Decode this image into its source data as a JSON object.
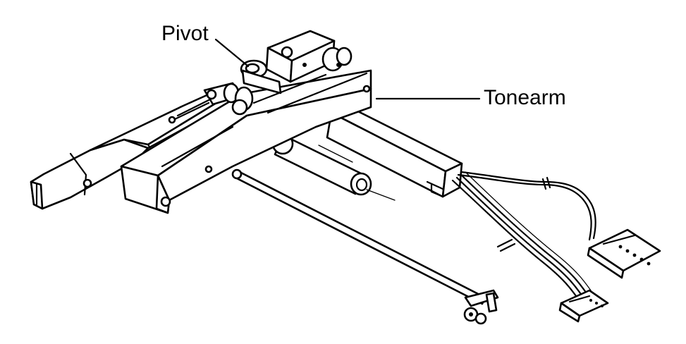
{
  "diagram": {
    "labels": {
      "pivot": "Pivot",
      "tonearm": "Tonearm"
    },
    "icons": {
      "assembly": "tonearm-assembly-drawing"
    },
    "colors": {
      "ink": "#000000",
      "paper": "#ffffff"
    }
  }
}
